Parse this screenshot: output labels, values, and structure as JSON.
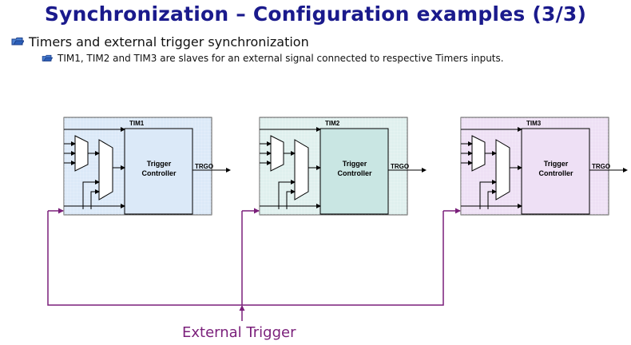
{
  "slide": {
    "title": "Synchronization – Configuration examples (3/3)",
    "bullet_main": "Timers and external trigger synchronization",
    "bullet_sub": "TIM1, TIM2 and TIM3 are slaves for an external signal connected to respective Timers inputs."
  },
  "timers": [
    {
      "name": "TIM1",
      "controller_line1": "Trigger",
      "controller_line2": "Controller",
      "output": "TRGO",
      "fill": "#dbe9f8",
      "controller_fill": "#dbe9f8"
    },
    {
      "name": "TIM2",
      "controller_line1": "Trigger",
      "controller_line2": "Controller",
      "output": "TRGO",
      "fill": "#dff0ee",
      "controller_fill": "#c9e6e3"
    },
    {
      "name": "TIM3",
      "controller_line1": "Trigger",
      "controller_line2": "Controller",
      "output": "TRGO",
      "fill": "#eee0f5",
      "controller_fill": "#eee0f5"
    }
  ],
  "external_trigger": {
    "label": "External Trigger",
    "color": "#7a1f7a"
  },
  "colors": {
    "title": "#1a1a8c",
    "bullet_icon": "#2b5fb8",
    "wire": "#000000"
  },
  "icons": {
    "bullet": "folder-arrow-icon"
  }
}
